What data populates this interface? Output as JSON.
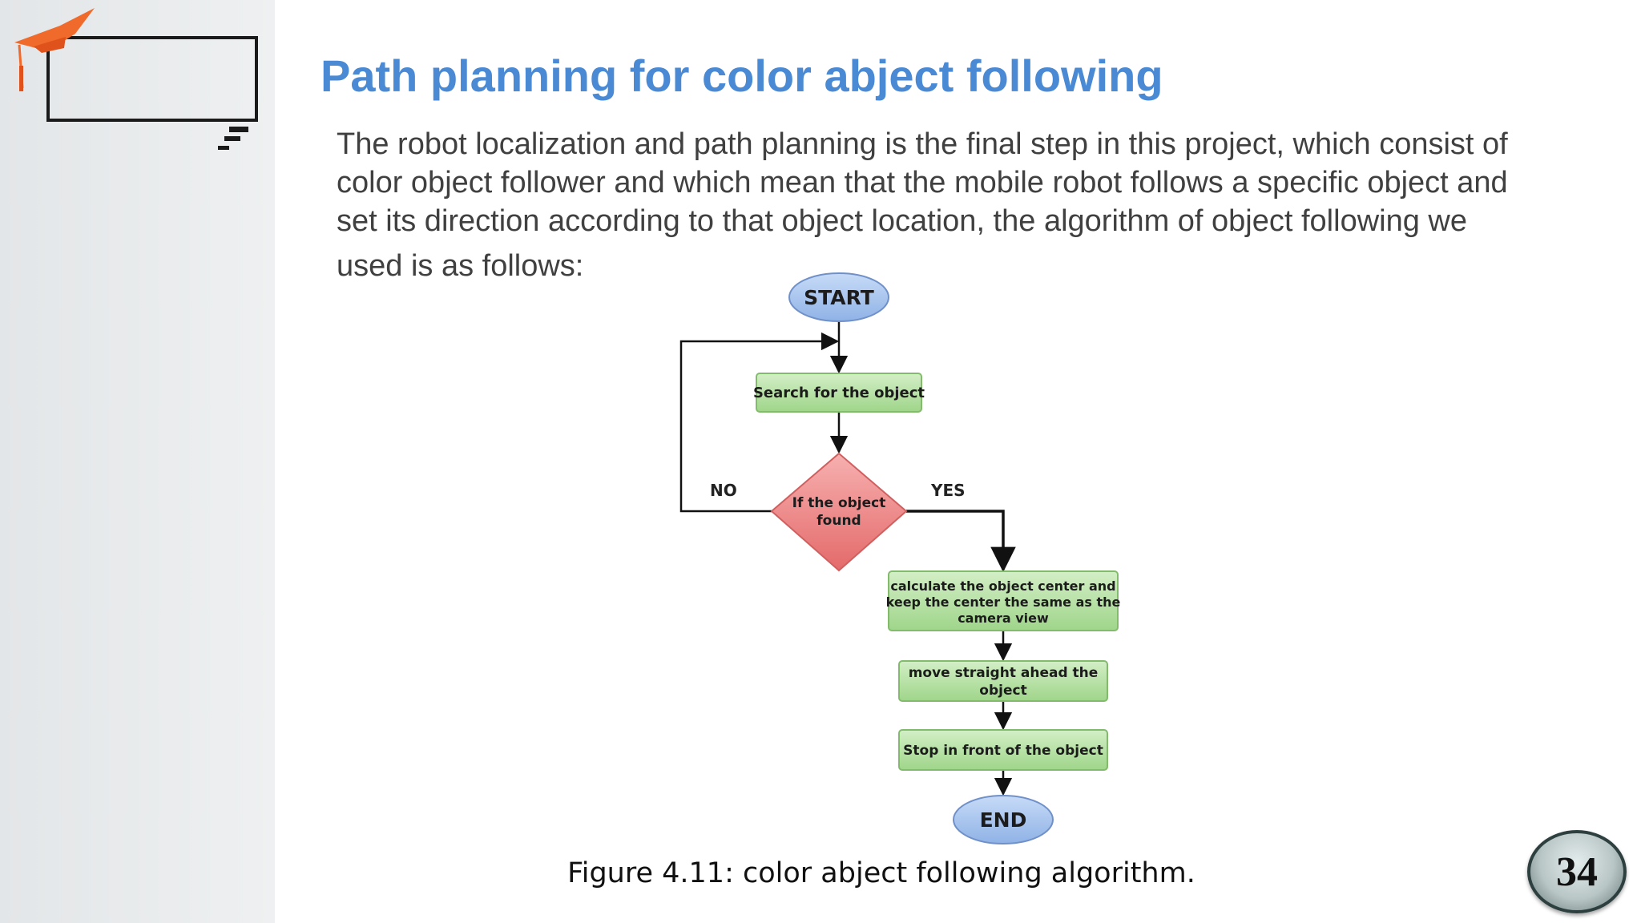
{
  "slide": {
    "title": "Path planning for color abject following",
    "body_lines": [
      "The robot localization and path planning is the final step in this project, which consist of",
      "color object follower and which mean that the mobile robot follows a specific object and",
      "set its direction according to that object location, the algorithm of object following we",
      "used is as follows:"
    ],
    "caption": "Figure 4.11: color abject following algorithm.",
    "page_number": "34"
  },
  "flowchart": {
    "start": "START",
    "search": "Search for the object",
    "decision_line1": "If the object",
    "decision_line2": "found",
    "no_label": "NO",
    "yes_label": "YES",
    "calc_line1": "calculate the object center and",
    "calc_line2": "keep the center the same as the",
    "calc_line3": "camera view",
    "move_line1": "move straight ahead the",
    "move_line2": "object",
    "stop": "Stop in front of the object",
    "end": "END"
  },
  "colors": {
    "title": "#4a8ad4",
    "terminal_fill": "#a9c4ee",
    "process_fill": "#b5e3a2",
    "decision_fill": "#ee8484",
    "logo_orange": "#ef6a2b"
  }
}
